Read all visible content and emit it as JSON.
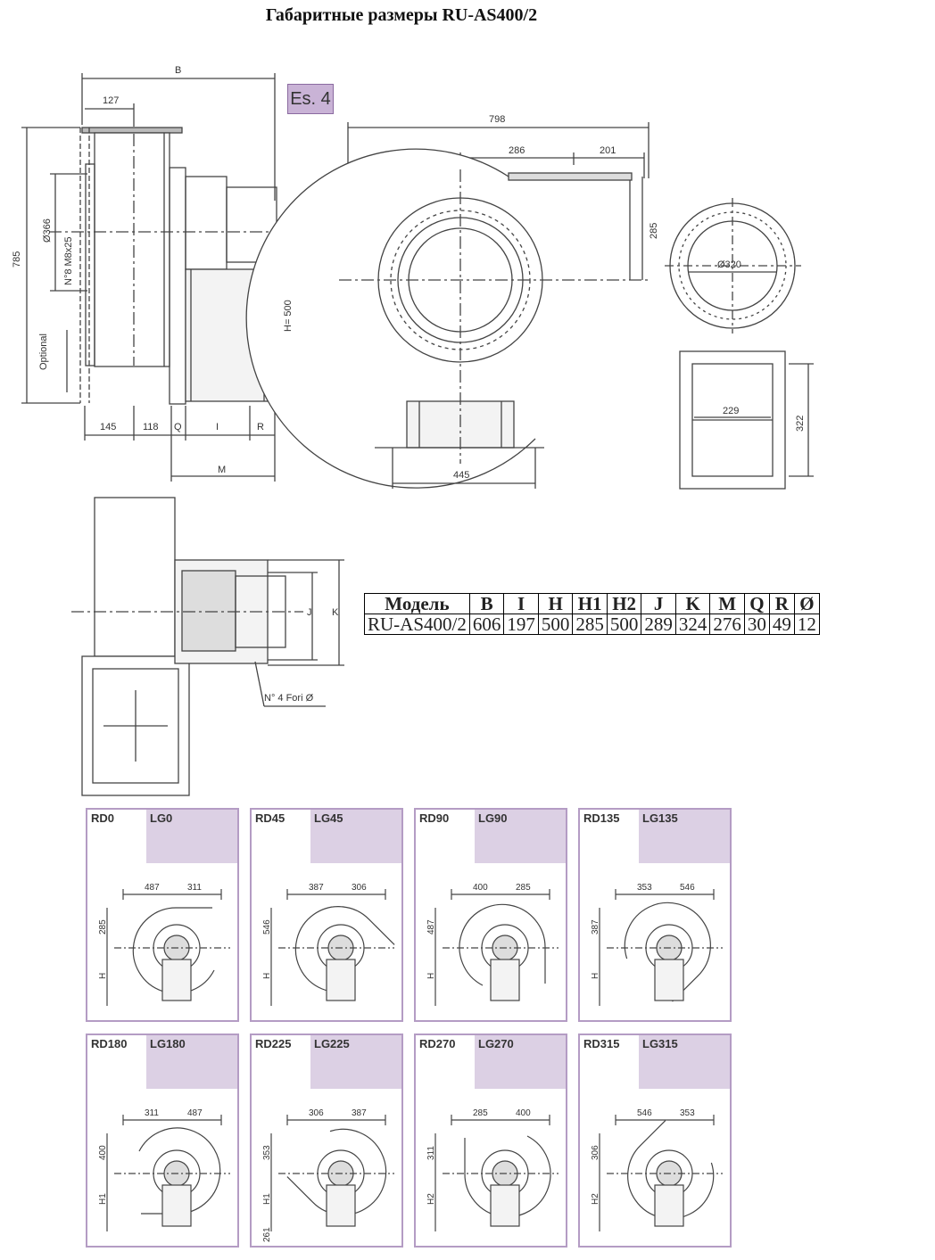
{
  "title": "Габаритные размеры RU-AS400/2",
  "badge": "Es. 4",
  "side_view": {
    "B": "B",
    "d127": "127",
    "d785": "785",
    "d366": "Ø366",
    "bolts": "N°8 M8x25",
    "optional": "Optional",
    "h500": "H= 500",
    "d145": "145",
    "d118": "118",
    "Q": "Q",
    "I": "I",
    "R": "R",
    "M": "M"
  },
  "front_view": {
    "d798": "798",
    "d286": "286",
    "d201": "201",
    "d285": "285",
    "d445": "445"
  },
  "inlet_flange": {
    "d320": "Ø320"
  },
  "outlet_flange": {
    "d229": "229",
    "d322": "322"
  },
  "top_view": {
    "J": "J",
    "K": "K",
    "holes": "N° 4 Fori Ø"
  },
  "spec_table": {
    "headers": [
      "Модель",
      "B",
      "I",
      "H",
      "H1",
      "H2",
      "J",
      "K",
      "M",
      "Q",
      "R",
      "Ø"
    ],
    "row": [
      "RU-AS400/2",
      "606",
      "197",
      "500",
      "285",
      "500",
      "289",
      "324",
      "276",
      "30",
      "49",
      "12"
    ]
  },
  "orientations": [
    {
      "rd": "RD0",
      "lg": "LG0",
      "a": "487",
      "b": "311",
      "v1": "285",
      "v2": "H",
      "v3": ""
    },
    {
      "rd": "RD45",
      "lg": "LG45",
      "a": "387",
      "b": "306",
      "v1": "546",
      "v2": "H",
      "v3": ""
    },
    {
      "rd": "RD90",
      "lg": "LG90",
      "a": "400",
      "b": "285",
      "v1": "487",
      "v2": "H",
      "v3": ""
    },
    {
      "rd": "RD135",
      "lg": "LG135",
      "a": "353",
      "b": "546",
      "v1": "387",
      "v2": "H",
      "v3": ""
    },
    {
      "rd": "RD180",
      "lg": "LG180",
      "a": "311",
      "b": "487",
      "v1": "400",
      "v2": "H1",
      "v3": ""
    },
    {
      "rd": "RD225",
      "lg": "LG225",
      "a": "306",
      "b": "387",
      "v1": "353",
      "v2": "H1",
      "v3": "261"
    },
    {
      "rd": "RD270",
      "lg": "LG270",
      "a": "285",
      "b": "400",
      "v1": "311",
      "v2": "H2",
      "v3": ""
    },
    {
      "rd": "RD315",
      "lg": "LG315",
      "a": "546",
      "b": "353",
      "v1": "306",
      "v2": "H2",
      "v3": ""
    }
  ]
}
